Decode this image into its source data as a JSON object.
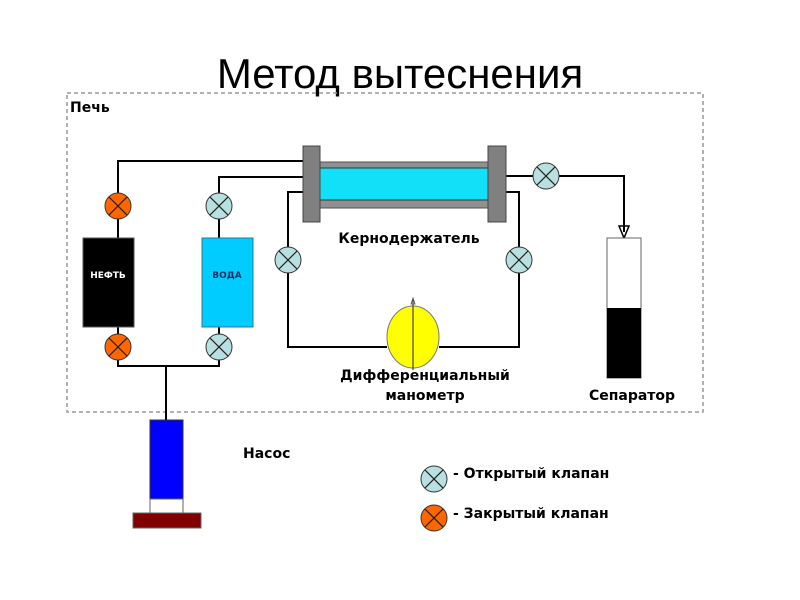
{
  "title": "Метод вытеснения",
  "furnace": {
    "label": "Печь",
    "color": "#e00000"
  },
  "components": {
    "oil_container": {
      "label": "НЕФТЬ",
      "fill": "#000000",
      "text_color": "#ffffff"
    },
    "water_container": {
      "label": "ВОДА",
      "fill": "#00ccff",
      "text_color": "#003366"
    },
    "core_holder": {
      "label": "Кернодержатель",
      "fill": "#11e0f8",
      "flange_color": "#808080"
    },
    "manometer": {
      "label_line1": "Дифференциальный",
      "label_line2": "манометр",
      "fill": "#ffff00"
    },
    "separator": {
      "label": "Сепаратор",
      "fill_level": 0.5
    },
    "pump": {
      "label": "Насос",
      "cylinder_color": "#0000ff",
      "base_color": "#800000"
    }
  },
  "valves": [
    {
      "id": "oil-top",
      "state": "closed"
    },
    {
      "id": "water-top",
      "state": "open"
    },
    {
      "id": "oil-bottom",
      "state": "closed"
    },
    {
      "id": "water-bottom",
      "state": "open"
    },
    {
      "id": "loop-left",
      "state": "open"
    },
    {
      "id": "loop-right",
      "state": "open"
    },
    {
      "id": "outlet",
      "state": "open"
    }
  ],
  "legend": {
    "open": {
      "label": "- Открытый клапан",
      "color": "#b8e0e0"
    },
    "closed": {
      "label": "- Закрытый клапан",
      "color": "#ff6600"
    }
  }
}
